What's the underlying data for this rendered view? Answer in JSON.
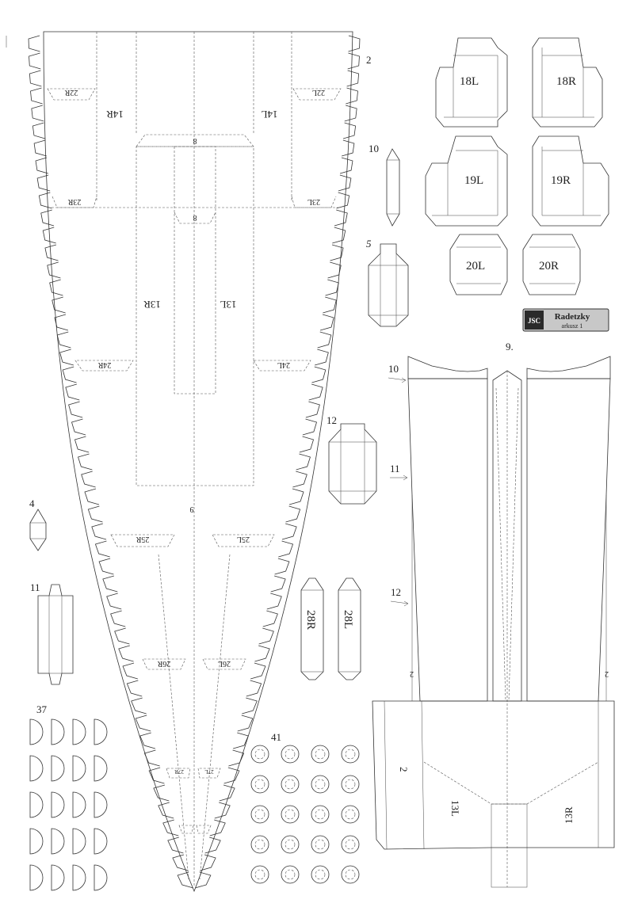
{
  "sheet": {
    "main_part_label": "2",
    "hull_labels": {
      "p14L": "14L",
      "p14R": "14R",
      "p8a": "8",
      "p8b": "8",
      "p13L": "13L",
      "p13R": "13R",
      "p9": "9",
      "p22L": "22L",
      "p22R": "22R",
      "p23L": "23L",
      "p23R": "23R",
      "p24L": "24L",
      "p24R": "24R",
      "p25L": "25L",
      "p25R": "25R",
      "p26L": "26L",
      "p26R": "26R",
      "p27L": "27L",
      "p27R": "27R"
    },
    "boxes": {
      "p18L": "18L",
      "p18R": "18R",
      "p19L": "19L",
      "p19R": "19R",
      "p20L": "20L",
      "p20R": "20R"
    },
    "small_parts": {
      "p10": "10",
      "p5": "5",
      "p12": "12",
      "p4": "4",
      "p11": "11",
      "p28R": "28R",
      "p28L": "28L",
      "p37": "37",
      "p41": "41"
    },
    "logo": {
      "brand": "JSC",
      "title": "Radetzky",
      "subtitle": "arkusz 1"
    },
    "part9": {
      "label": "9.",
      "arrow10": "10",
      "arrow11": "11",
      "arrow12": "12",
      "side_left": "2",
      "side_right": "2",
      "bottom_2": "2",
      "bottom_13L": "13L",
      "bottom_13R": "13R"
    }
  }
}
